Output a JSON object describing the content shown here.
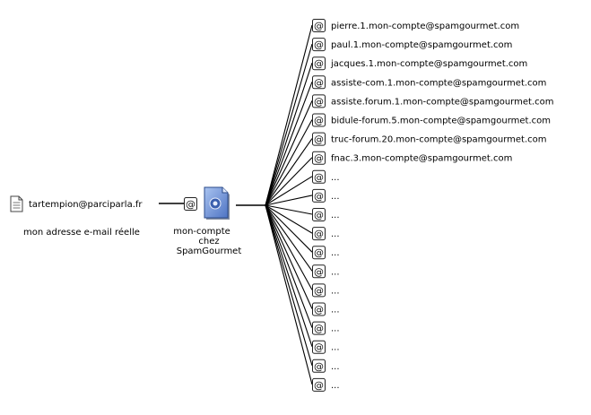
{
  "diagram": {
    "real_address": {
      "email": "tartempion@parciparla.fr",
      "caption": "mon adresse e-mail réelle",
      "icon": "document-icon"
    },
    "account": {
      "caption_lines": [
        "mon-compte",
        "chez",
        "SpamGourmet"
      ],
      "link_icon": "at-sign-icon",
      "icon": "account-document-icon",
      "accent": "#6a8fd8"
    },
    "aliases": [
      "pierre.1.mon-compte@spamgourmet.com",
      "paul.1.mon-compte@spamgourmet.com",
      "jacques.1.mon-compte@spamgourmet.com",
      "assiste-com.1.mon-compte@spamgourmet.com",
      "assiste.forum.1.mon-compte@spamgourmet.com",
      "bidule-forum.5.mon-compte@spamgourmet.com",
      "truc-forum.20.mon-compte@spamgourmet.com",
      "fnac.3.mon-compte@spamgourmet.com",
      "...",
      "...",
      "...",
      "...",
      "...",
      "...",
      "...",
      "...",
      "...",
      "...",
      "...",
      "..."
    ],
    "alias_icon": "at-sign-icon",
    "line_color": "#000000"
  }
}
